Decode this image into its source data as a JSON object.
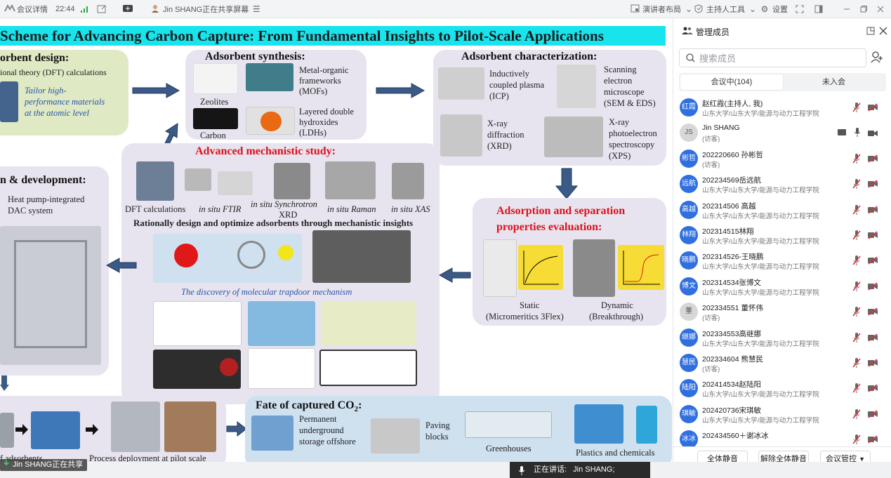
{
  "topbar": {
    "meeting_details": "会议详情",
    "time": "22:44",
    "sharing_notice": "Jin SHANG正在共享屏幕",
    "presenter_layout": "演讲者布局",
    "host_tools": "主持人工具",
    "settings": "设置"
  },
  "slide": {
    "title": "Scheme for Advancing Carbon Capture: From Fundamental Insights to Pilot-Scale Applications",
    "design": {
      "heading": "orbent design:",
      "line1": "ional theory (DFT) calculations",
      "tailor": [
        "Tailor high-",
        "performance materials",
        "at the atomic level"
      ]
    },
    "synthesis": {
      "heading": "Adsorbent synthesis:",
      "zeolites": "Zeolites",
      "carbon": "Carbon",
      "mofs": [
        "Metal-organic",
        "frameworks",
        "(MOFs)"
      ],
      "ldhs": [
        "Layered double",
        "hydroxides",
        "(LDHs)"
      ]
    },
    "characterization": {
      "heading": "Adsorbent characterization:",
      "icp": [
        "Inductively",
        "coupled plasma",
        "(ICP)"
      ],
      "sem": [
        "Scanning",
        "electron",
        "microscope",
        "(SEM & EDS)"
      ],
      "xrd": [
        "X-ray",
        "diffraction",
        "(XRD)"
      ],
      "xps": [
        "X-ray",
        "photoelectron",
        "spectroscopy",
        "(XPS)"
      ]
    },
    "mechanistic": {
      "heading": "Advanced mechanistic study:",
      "dft": "DFT calculations",
      "ftir": "in situ FTIR",
      "xrd_sync": [
        "in situ Synchrotron",
        "XRD"
      ],
      "raman": "in situ Raman",
      "xas": "in situ XAS",
      "rational": "Rationally design and optimize adsorbents through mechanistic insights",
      "trapdoor": "The discovery of molecular trapdoor mechanism"
    },
    "development": {
      "heading": "n & development:",
      "line1": "Heat pump-integrated",
      "line2": "DAC system"
    },
    "evaluation": {
      "heading": [
        "Adsorption and separation",
        "properties evaluation:"
      ],
      "static": [
        "Static",
        "(Micromeritics 3Flex)"
      ],
      "dynamic": [
        "Dynamic",
        "(Breakthrough)"
      ]
    },
    "pilot": {
      "left_cut": "f adsorbents",
      "deploy": "Process deployment at pilot scale"
    },
    "fate": {
      "heading": "Fate of captured CO",
      "heading_sub": "2",
      "heading_tail": ":",
      "storage": [
        "Permanent",
        "underground",
        "storage offshore"
      ],
      "paving": [
        "Paving",
        "blocks"
      ],
      "greenhouses": "Greenhouses",
      "plastics": "Plastics and chemicals"
    }
  },
  "panel": {
    "title": "管理成员",
    "search_placeholder": "搜索成员",
    "tab_in": "会议中(104)",
    "tab_out": "未入会",
    "members": [
      {
        "avatar": "红霞",
        "name": "赵红霞(主持人, 我)",
        "sub": "山东大学/山东大学/能源与动力工程学院",
        "photo": false
      },
      {
        "avatar": "JS",
        "name": "Jin SHANG",
        "sub": "(访客)",
        "photo": true
      },
      {
        "avatar": "彬哲",
        "name": "202220660 孙彬哲",
        "sub": "(访客)",
        "photo": false
      },
      {
        "avatar": "远航",
        "name": "202234569岳远航",
        "sub": "山东大学/山东大学/能源与动力工程学院",
        "photo": false
      },
      {
        "avatar": "高越",
        "name": "202314506 高越",
        "sub": "山东大学/山东大学/能源与动力工程学院",
        "photo": false
      },
      {
        "avatar": "林翔",
        "name": "202314515林翔",
        "sub": "山东大学/山东大学/能源与动力工程学院",
        "photo": false
      },
      {
        "avatar": "晓鹏",
        "name": "202314526-王晓鹏",
        "sub": "山东大学/山东大学/能源与动力工程学院",
        "photo": false
      },
      {
        "avatar": "博文",
        "name": "202314534张博文",
        "sub": "山东大学/山东大学/能源与动力工程学院",
        "photo": false
      },
      {
        "avatar": "董",
        "name": "202334551  董怀伟",
        "sub": "(访客)",
        "photo": true
      },
      {
        "avatar": "继娜",
        "name": "202334553高继娜",
        "sub": "山东大学/山东大学/能源与动力工程学院",
        "photo": false
      },
      {
        "avatar": "慧民",
        "name": "202334604 熊慧民",
        "sub": "(访客)",
        "photo": false
      },
      {
        "avatar": "陆阳",
        "name": "202414534赵陆阳",
        "sub": "山东大学/山东大学/能源与动力工程学院",
        "photo": false
      },
      {
        "avatar": "琪敏",
        "name": "202420736宋琪敏",
        "sub": "山东大学/山东大学/能源与动力工程学院",
        "photo": false
      },
      {
        "avatar": "冰冰",
        "name": "202434560＋谢冰冰",
        "sub": "",
        "photo": false
      }
    ],
    "mute_all": "全体静音",
    "unmute_all": "解除全体静音",
    "meeting_control": "会议管控"
  },
  "bottom": {
    "share_badge": "Jin SHANG正在共享",
    "speaking_label": "正在讲话:",
    "speaking_name": "Jin SHANG;"
  },
  "colors": {
    "accent": "#2f6fdf",
    "title_band": "#18e4ee",
    "mute_red": "#e0303a",
    "heading_red": "#e0101a"
  }
}
